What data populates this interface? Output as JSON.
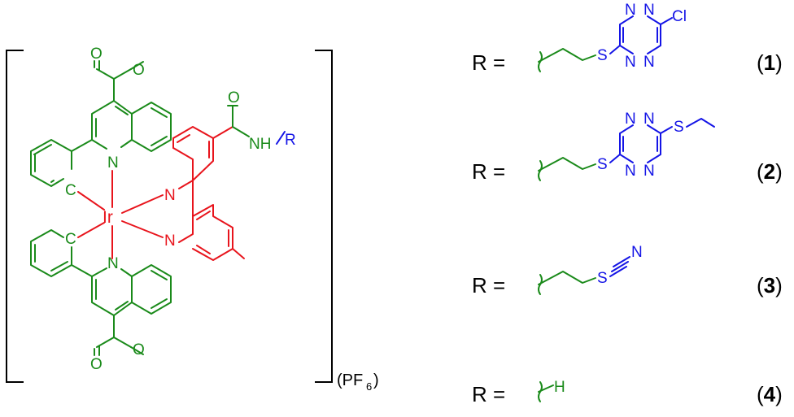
{
  "complex": {
    "metal": "Ir",
    "counterion_main": "(PF",
    "counterion_sub": "6",
    "counterion_close": ")",
    "atom_N": "N",
    "atom_C": "C",
    "atom_O": "O",
    "amide_nh": "NH",
    "r_group": "R"
  },
  "substituents": [
    {
      "prefix": "R =",
      "label_open": "(",
      "label_num": "1",
      "label_close": ")",
      "s1": "S",
      "tz_n1": "N",
      "tz_n2": "N",
      "tz_n3": "N",
      "tz_n4": "N",
      "end": "Cl"
    },
    {
      "prefix": "R =",
      "label_open": "(",
      "label_num": "2",
      "label_close": ")",
      "s1": "S",
      "tz_n1": "N",
      "tz_n2": "N",
      "tz_n3": "N",
      "tz_n4": "N",
      "end": "S"
    },
    {
      "prefix": "R =",
      "label_open": "(",
      "label_num": "3",
      "label_close": ")",
      "s1": "S",
      "end": "N"
    },
    {
      "prefix": "R =",
      "label_open": "(",
      "label_num": "4",
      "label_close": ")",
      "end": "H"
    }
  ],
  "colors": {
    "ligand_green": "#1a8a1a",
    "bipyridine_red": "#e8141c",
    "substituent_blue": "#1414e6",
    "text_black": "#000000"
  }
}
